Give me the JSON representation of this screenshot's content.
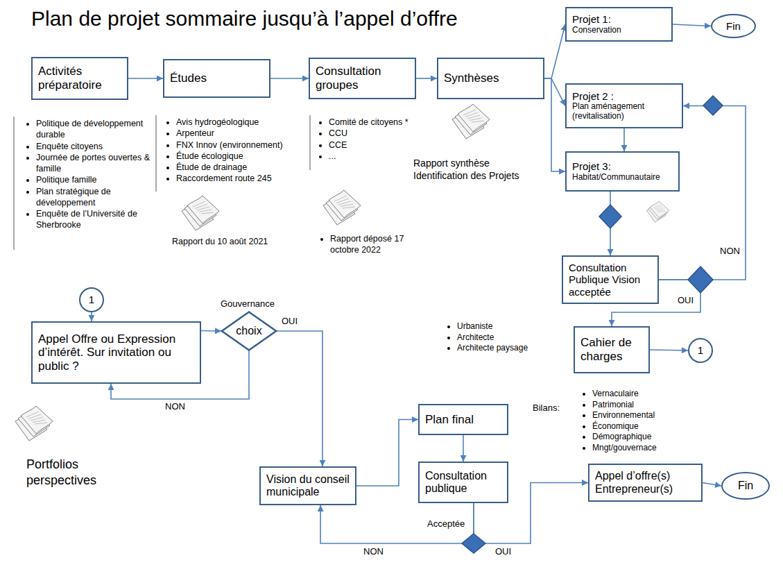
{
  "diagram": {
    "title": "Plan de projet sommaire jusqu’à l’appel d’offre",
    "nodes": [
      {
        "text": [
          "Activités préparatoire"
        ]
      },
      {
        "text": [
          "Études"
        ]
      },
      {
        "text": [
          "Consultation groupes"
        ]
      },
      {
        "text": [
          "Synthèses"
        ]
      },
      {
        "text": [
          "Projet 1:",
          "Conservation"
        ]
      },
      {
        "text": [
          "Fin"
        ]
      },
      {
        "text": [
          "Projet 2 :",
          "Plan aménagement (revitalisation)"
        ]
      },
      {
        "text": [
          "Projet 3:",
          "Habitat/Communautaire"
        ]
      },
      {
        "text": [
          "Consultation Publique Vision acceptée"
        ]
      },
      {
        "text": [
          "Cahier de charges"
        ]
      },
      {
        "text": [
          "1"
        ]
      },
      {
        "text": [
          "1"
        ]
      },
      {
        "text": [
          "Appel Offre ou Expression d’intérêt. Sur invitation ou public ?"
        ]
      },
      {
        "text": [
          "choix"
        ]
      },
      {
        "text": [
          "Vision du conseil municipale"
        ]
      },
      {
        "text": [
          "Plan final"
        ]
      },
      {
        "text": [
          "Consultation publique"
        ]
      },
      {
        "text": [
          "Appel d’offre(s) Entrepreneur(s)"
        ]
      },
      {
        "text": [
          "Fin"
        ]
      }
    ],
    "edges": [
      {
        "from": 0,
        "to": 1,
        "arrow": "to"
      },
      {
        "from": 1,
        "to": 2,
        "arrow": "to"
      },
      {
        "from": 2,
        "to": 3,
        "arrow": "to"
      },
      {
        "from": 3,
        "to": 4,
        "arrow": "to"
      },
      {
        "from": 3,
        "to": 6,
        "arrow": "to"
      },
      {
        "from": 3,
        "to": 7,
        "arrow": "to"
      },
      {
        "from": 4,
        "to": 5,
        "arrow": "to"
      },
      {
        "from": 6,
        "to": 7,
        "arrow": "to"
      },
      {
        "from": 7,
        "to": 8,
        "arrow": "to"
      },
      {
        "from": 8,
        "to": 9,
        "label": "OUI",
        "arrow": "to"
      },
      {
        "from": 8,
        "to": 6,
        "label": "NON",
        "arrow": "to"
      },
      {
        "from": 9,
        "to": 10,
        "arrow": "to"
      },
      {
        "from": 11,
        "to": 12,
        "arrow": "to"
      },
      {
        "from": 12,
        "to": 13,
        "arrow": "to"
      },
      {
        "from": 13,
        "to": 12,
        "label": "NON",
        "arrow": "to"
      },
      {
        "from": 13,
        "to": 14,
        "label": "OUI",
        "arrow": "to"
      },
      {
        "from": 14,
        "to": 15,
        "arrow": "to"
      },
      {
        "from": 15,
        "to": 16,
        "arrow": "to"
      },
      {
        "from": 16,
        "to": 17,
        "label": "OUI",
        "arrow": "to"
      },
      {
        "from": 16,
        "to": 14,
        "label": "NON",
        "arrow": "to"
      },
      {
        "from": 17,
        "to": 18,
        "arrow": "to"
      }
    ],
    "labels": [
      "Politique de développement durable",
      "Enquête citoyens",
      "Journée de portes ouvertes & famille",
      "Politique famille",
      "Plan stratégique de développement",
      "Enquête de l’Université de Sherbrooke",
      "Avis hydrogéologique",
      "Arpenteur",
      "FNX Innov (environnement)",
      "Étude écologique",
      "Étude de drainage",
      "Raccordement route 245",
      "Rapport du 10 août 2021",
      "Comité de citoyens *",
      "CCU",
      "CCE",
      "...",
      "Rapport déposé 17 octobre 2022",
      "Rapport synthèse Identification des Projets",
      "Gouvernance",
      "Urbaniste",
      "Architecte",
      "Architecte paysage",
      "Bilans:",
      "Vernaculaire",
      "Patrimonial",
      "Environnemental",
      "Économique",
      "Démographique",
      "Mngt/gouvernace",
      "Portfolios perspectives",
      "Acceptée"
    ]
  }
}
